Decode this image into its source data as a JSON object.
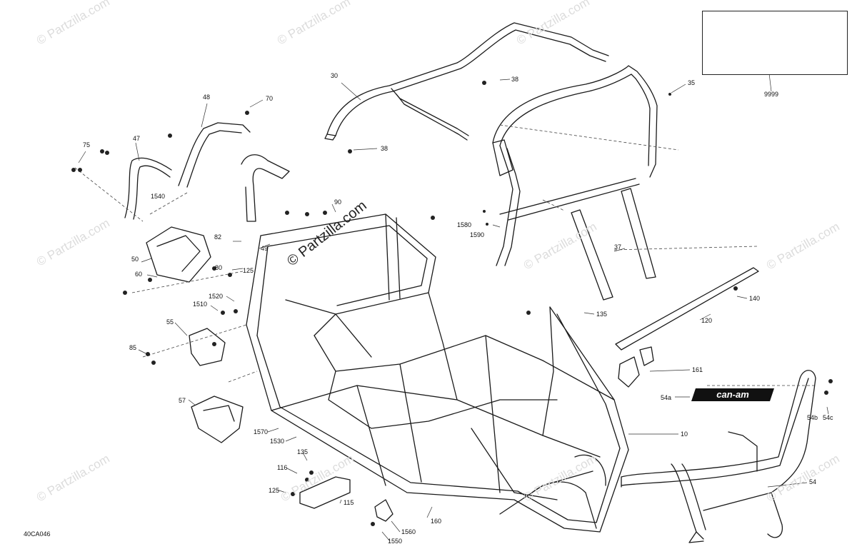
{
  "watermark": {
    "main": "© Partzilla.com",
    "repeat": "© Partzilla.com"
  },
  "diagram_code": "40CA046",
  "logo_text": "can-am",
  "callouts": {
    "c30": "30",
    "c38a": "38",
    "c38b": "38",
    "c35": "35",
    "c9999": "9999",
    "c48": "48",
    "c70": "70",
    "c47": "47",
    "c75": "75",
    "c1540": "1540",
    "c90": "90",
    "c82": "82",
    "c49": "49",
    "c50": "50",
    "c80": "80",
    "c125a": "125",
    "c60": "60",
    "c1580": "1580",
    "c1590": "1590",
    "c37": "37",
    "c140": "140",
    "c1520": "1520",
    "c1510": "1510",
    "c135a": "135",
    "c120": "120",
    "c55": "55",
    "c85": "85",
    "c161": "161",
    "c54a": "54a",
    "c54b": "54b",
    "c54c": "54c",
    "c57": "57",
    "c1570": "1570",
    "c1530": "1530",
    "c10": "10",
    "c135b": "135",
    "c116": "116",
    "c125b": "125",
    "c115": "115",
    "c54": "54",
    "c160": "160",
    "c1560": "1560",
    "c1550": "1550"
  }
}
